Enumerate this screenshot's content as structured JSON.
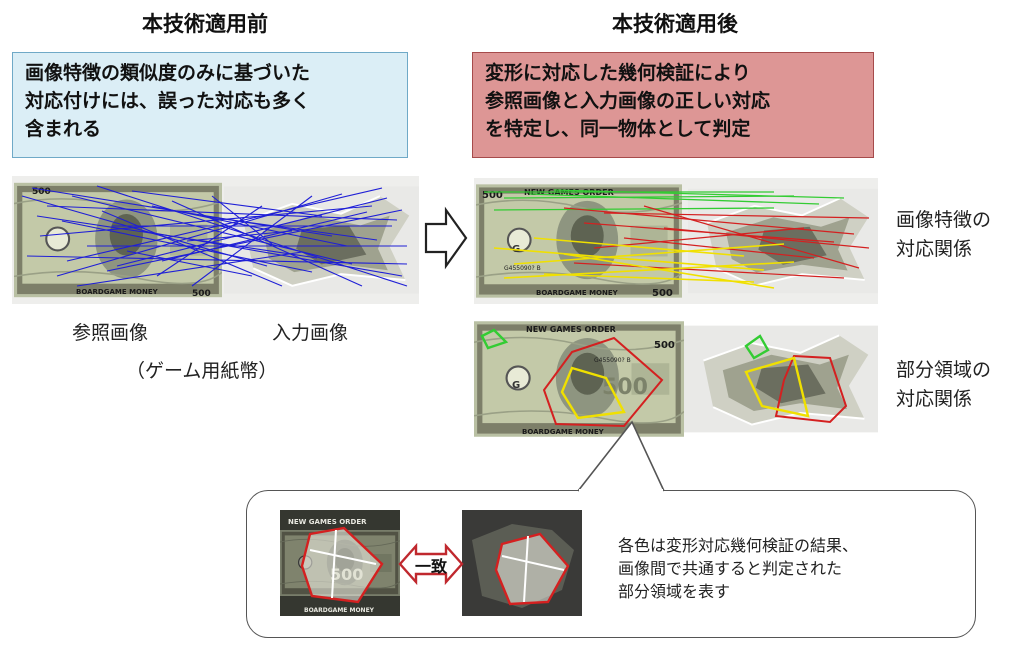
{
  "before": {
    "heading": "本技術適用前",
    "description_lines": [
      "画像特徴の類似度のみに基づいた",
      "対応付けには、誤った対応も多く",
      "含まれる"
    ],
    "label_reference": "参照画像",
    "label_input": "入力画像",
    "label_note": "（ゲーム用紙幣）"
  },
  "after": {
    "heading": "本技術適用後",
    "description_lines": [
      "変形に対応した幾何検証により",
      "参照画像と入力画像の正しい対応",
      "を特定し、同一物体として判定"
    ],
    "side_label_features": [
      "画像特徴の",
      "対応関係"
    ],
    "side_label_regions": [
      "部分領域の",
      "対応関係"
    ]
  },
  "banknote": {
    "top_text": "NEW GAMES ORDER",
    "bottom_text": "BOARDGAME MONEY",
    "denomination": "500",
    "seal_letter": "G",
    "serial": "G455090? B"
  },
  "callout": {
    "match_label": "一致",
    "text_lines": [
      "各色は変形対応幾何検証の結果、",
      "画像間で共通すると判定された",
      "部分領域を表す"
    ]
  },
  "colors": {
    "before_box_bg": "#dbeef6",
    "after_box_bg": "#dd9695",
    "match_line_blue": "#1f1fd6",
    "match_green": "#33cc33",
    "match_yellow": "#f0e000",
    "match_red": "#d42020",
    "arrow_red": "#c0282e"
  }
}
